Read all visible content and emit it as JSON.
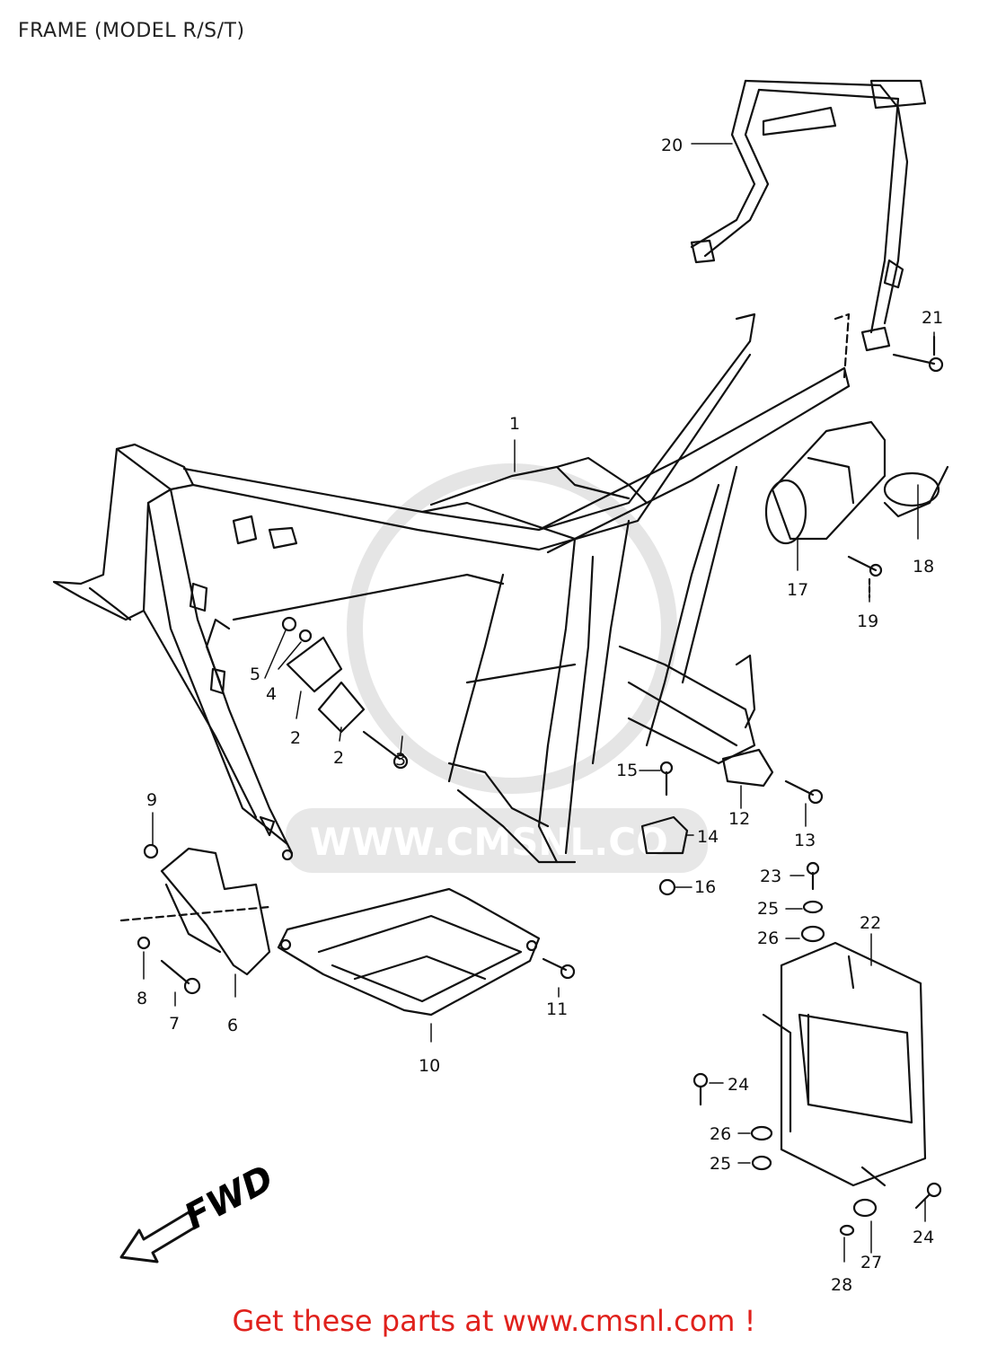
{
  "header": {
    "title": "FRAME (MODEL R/S/T)"
  },
  "footer": {
    "link_text": "Get these parts at www.cmsnl.com !"
  },
  "watermark": {
    "text": "WWW.CMSNL.CO"
  },
  "direction_marker": {
    "text": "FWD"
  },
  "colors": {
    "footer_text": "#e0211c",
    "line": "#111111",
    "watermark": "#cccccc"
  },
  "callouts": [
    {
      "number": "1",
      "part": "frame"
    },
    {
      "number": "2"
    },
    {
      "number": "2"
    },
    {
      "number": "3"
    },
    {
      "number": "4"
    },
    {
      "number": "5"
    },
    {
      "number": "6"
    },
    {
      "number": "7"
    },
    {
      "number": "8"
    },
    {
      "number": "9"
    },
    {
      "number": "10"
    },
    {
      "number": "11"
    },
    {
      "number": "12"
    },
    {
      "number": "13"
    },
    {
      "number": "14"
    },
    {
      "number": "15"
    },
    {
      "number": "16"
    },
    {
      "number": "17"
    },
    {
      "number": "18"
    },
    {
      "number": "19"
    },
    {
      "number": "20"
    },
    {
      "number": "21"
    },
    {
      "number": "22"
    },
    {
      "number": "23"
    },
    {
      "number": "24"
    },
    {
      "number": "24"
    },
    {
      "number": "25"
    },
    {
      "number": "25"
    },
    {
      "number": "26"
    },
    {
      "number": "26"
    },
    {
      "number": "27"
    },
    {
      "number": "28"
    }
  ]
}
